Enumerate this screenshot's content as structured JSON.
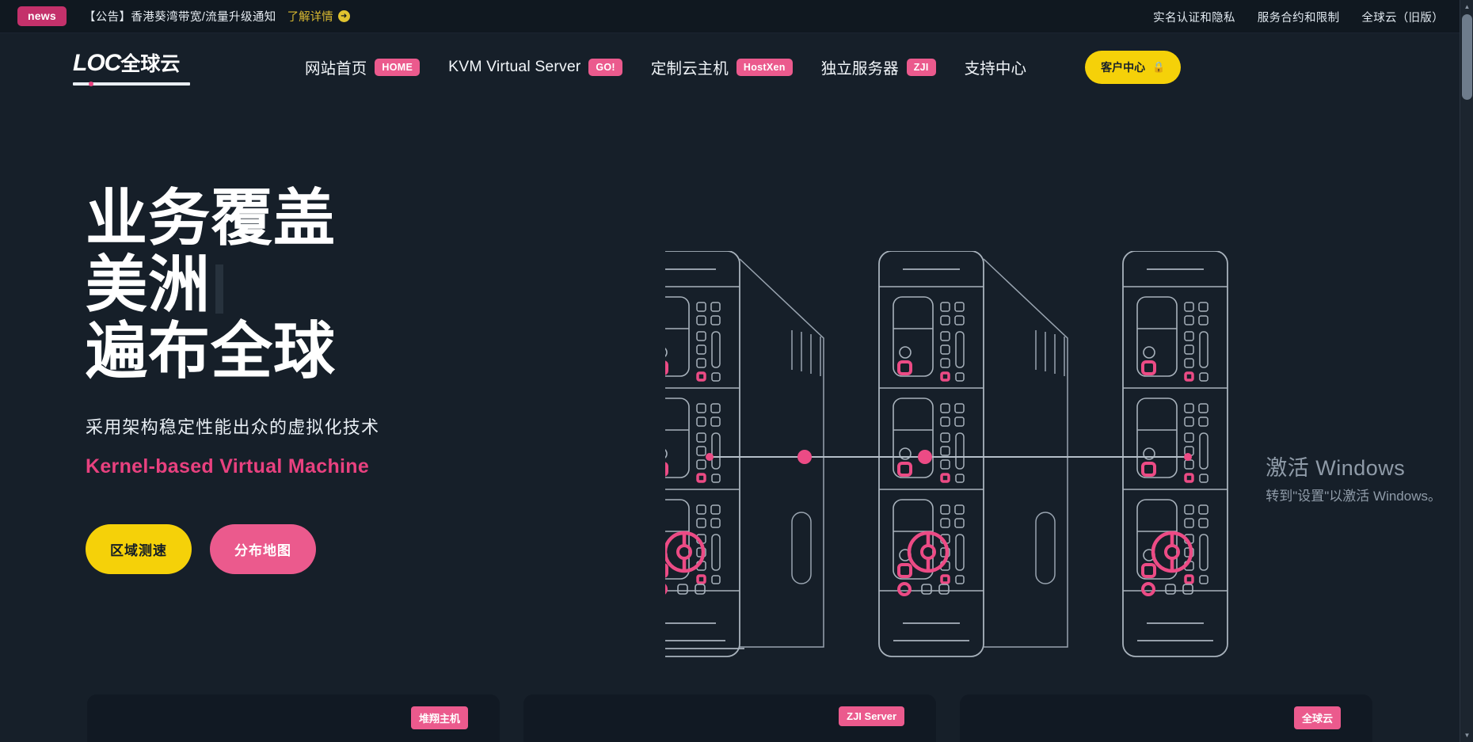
{
  "announce": {
    "badge": "news",
    "text": "【公告】香港葵湾带宽/流量升级通知",
    "more": "了解详情",
    "arrow_icon": "arrow-right-circle-icon",
    "links": [
      "实名认证和隐私",
      "服务合约和限制",
      "全球云（旧版）"
    ]
  },
  "header": {
    "logo_main": "LOC",
    "logo_cn": "全球云",
    "nav": [
      {
        "label": "网站首页",
        "tag": "HOME",
        "name": "home"
      },
      {
        "label": "KVM Virtual Server",
        "tag": "GO!",
        "name": "kvm"
      },
      {
        "label": "定制云主机",
        "tag": "HostXen",
        "name": "hostxen"
      },
      {
        "label": "独立服务器",
        "tag": "ZJI",
        "name": "zji"
      },
      {
        "label": "支持中心",
        "tag": "",
        "name": "support"
      }
    ],
    "cta": {
      "label": "客户中心",
      "icon": "lock-icon"
    }
  },
  "hero": {
    "title_line1": "业务覆盖",
    "title_line2": "美洲",
    "title_line3": "遍布全球",
    "subtitle": "采用架构稳定性能出众的虚拟化技术",
    "subtitle_en": "Kernel-based Virtual Machine",
    "buttons": [
      {
        "label": "区域测速",
        "style": "yellow",
        "name": "speed-test"
      },
      {
        "label": "分布地图",
        "style": "pink",
        "name": "distribution-map"
      }
    ]
  },
  "watermark": {
    "line1": "激活 Windows",
    "line2": "转到\"设置\"以激活 Windows。"
  },
  "cards": [
    {
      "badge": "堆翔主机"
    },
    {
      "badge": "ZJI Server"
    },
    {
      "badge": "全球云"
    }
  ],
  "colors": {
    "background": "#161f29",
    "pink": "#eb5a8d",
    "yellow": "#f5d109",
    "magenta": "#c4316b"
  },
  "scrollbar": {
    "up_icon": "chevron-up-icon",
    "down_icon": "chevron-down-icon"
  }
}
